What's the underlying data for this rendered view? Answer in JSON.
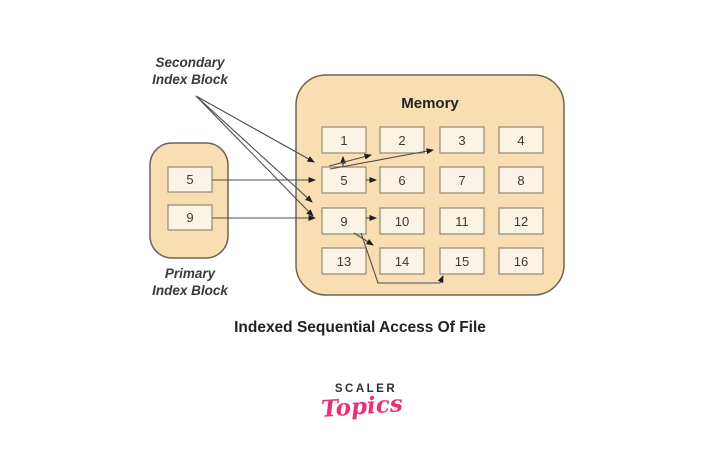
{
  "colors": {
    "bg": "#ffffff",
    "block-fill": "#F9DDB3",
    "block-stroke": "#6E6557",
    "cell-fill": "#FBF3E3",
    "cell-stroke": "#95896F",
    "ink": "#3A3A3A",
    "line": "#4D4D4D",
    "arrow": "#1E1E1E",
    "logo-dark": "#2D2D38",
    "logo-pink": "#E8317D"
  },
  "labels": {
    "secondary_line1": "Secondary",
    "secondary_line2": "Index Block",
    "primary_line1": "Primary",
    "primary_line2": "Index Block",
    "memory_title": "Memory",
    "caption": "Indexed Sequential Access Of File"
  },
  "primary_block": {
    "cells": [
      "5",
      "9"
    ]
  },
  "memory": {
    "cells": [
      "1",
      "2",
      "3",
      "4",
      "5",
      "6",
      "7",
      "8",
      "9",
      "10",
      "11",
      "12",
      "13",
      "14",
      "15",
      "16"
    ]
  },
  "logo": {
    "brand": "SCALER",
    "sub": "Topics"
  }
}
